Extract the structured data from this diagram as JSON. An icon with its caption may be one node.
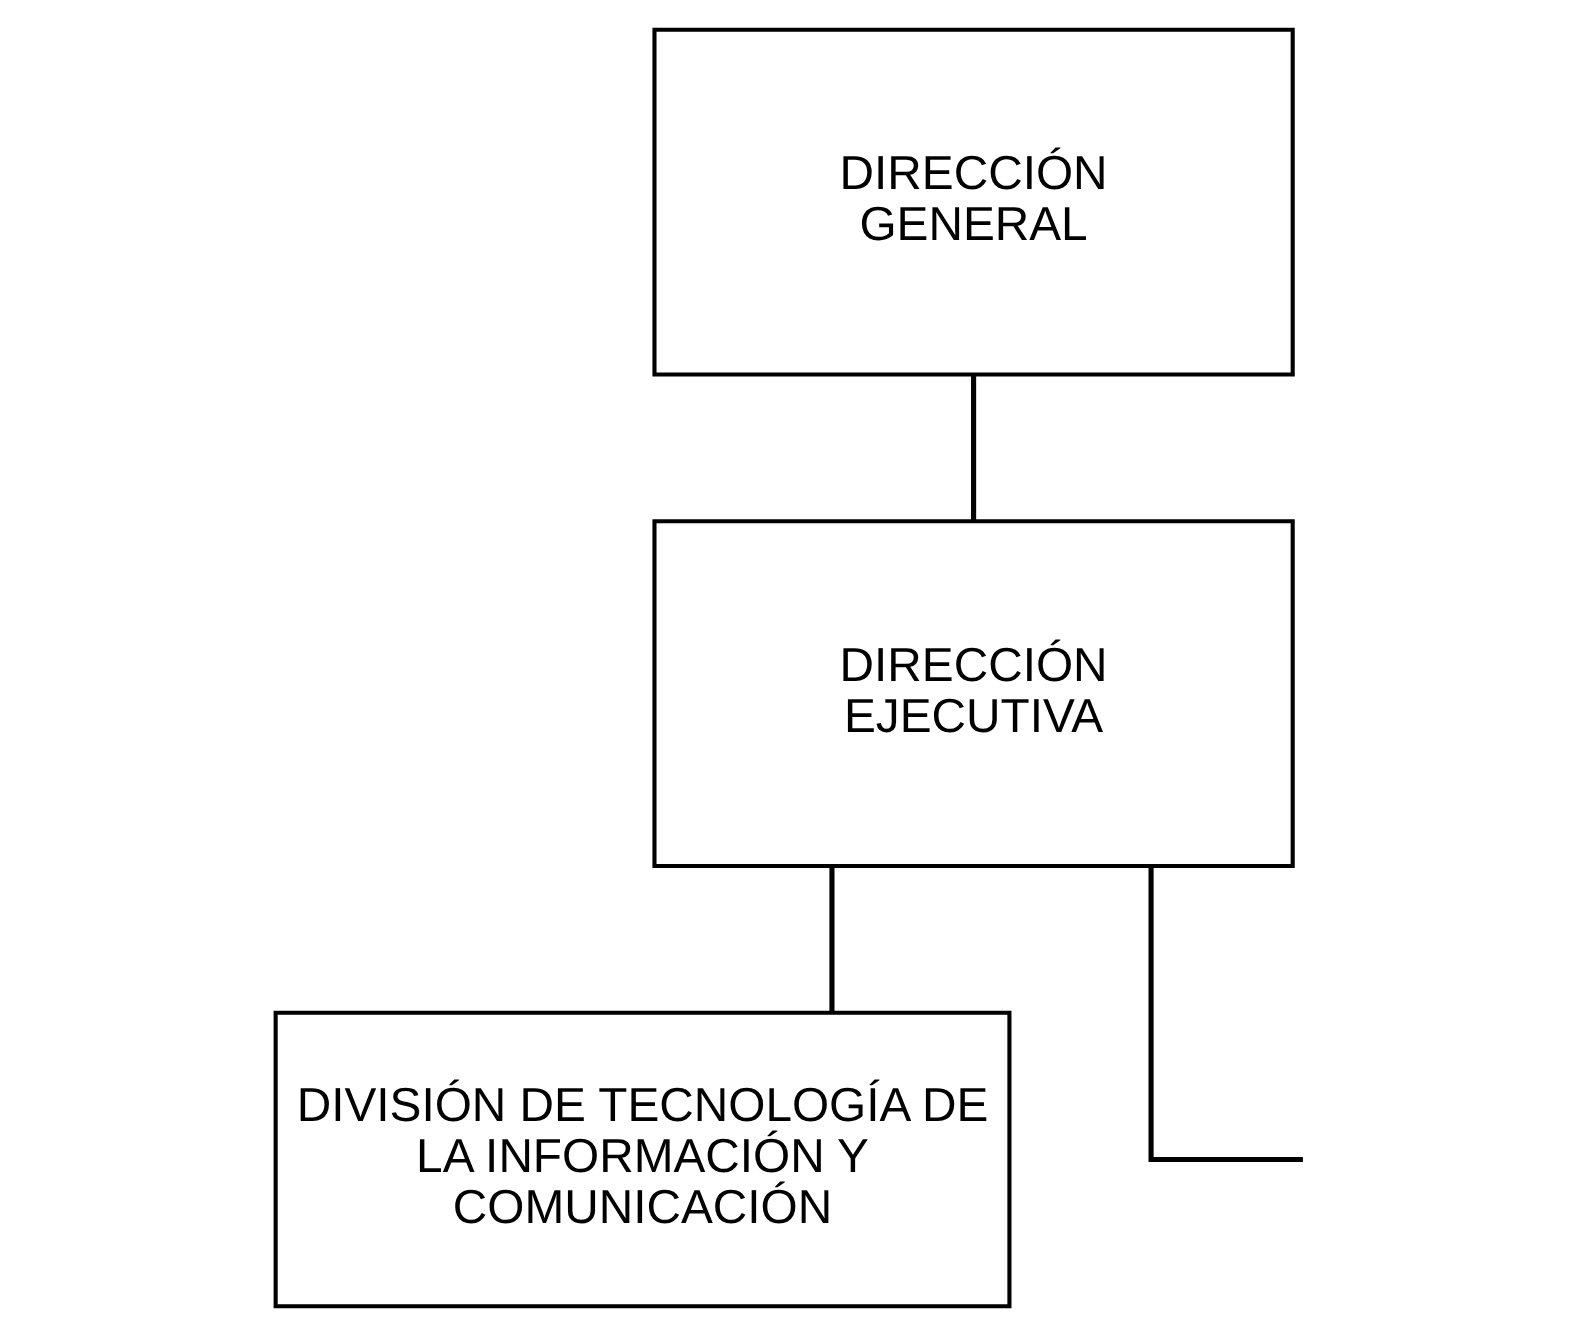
{
  "diagram": {
    "nodes": [
      {
        "text": [
          "DIRECCIÓN GENERAL"
        ]
      },
      {
        "text": [
          "DIRECCIÓN EJECUTIVA"
        ]
      },
      {
        "text": [
          "DIVISIÓN DE TECNOLOGÍA DE LA INFORMACIÓN Y COMUNICACIÓN"
        ]
      }
    ],
    "edges": [
      {
        "from": 0,
        "to": 1,
        "arrow": "none"
      },
      {
        "from": 1,
        "to": 2,
        "arrow": "none"
      },
      {
        "from": 1,
        "to": null,
        "arrow": "none"
      }
    ]
  }
}
